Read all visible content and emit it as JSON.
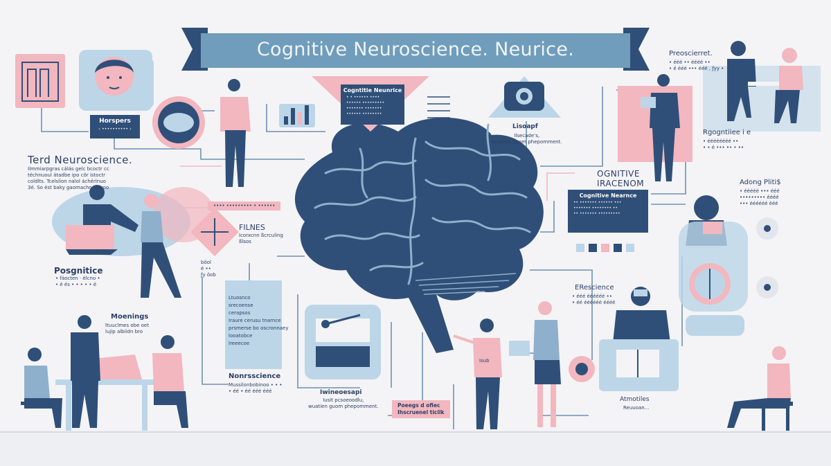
{
  "title": "Cognitive Neuroscience. Neurice.",
  "colors": {
    "navy": "#2f4f78",
    "pink": "#f2b7bf",
    "lightblue": "#bcd6e8",
    "bg": "#f4f4f6"
  },
  "labels": {
    "top_left_card": "Horspers",
    "top_left_card_sub": "‹ •••••••••• ›",
    "left_heading": "Terd Neuroscience.",
    "left_body": "Ilmmiarpgras cálás gelc bcoctr cc\ntéchnuoul átadbe ipo côr ístoctr\ncoldlts. Tcelslion nalol áchérlnuo\n3é. So ést baky gaomacho  i  fároo",
    "left_mid_heading": "Posgnitice",
    "left_mid_sub": "• fáocten · élcno •\n• é és • • • • • é",
    "center_card_title": "Cogntitie Neunrice",
    "center_card_body": "• • •••••• ••••\n•••••• •••••••••\n••••••• •••••••\n•••••• ••••••••",
    "center_small_heading": "Lisoapf",
    "center_small_body": "Ilsecade’s,\nwuatien guom phepomment.",
    "pink_strip": "•••• ••••••••• • ••••••",
    "films_heading": "FILNES",
    "films_body": "Icorxcnn  ßcrculing\nßlsos",
    "films_small": "böol\né ••\nƒу öob",
    "left_block": "Ltuosnco\nsrecoense\ncerapsos\nIraure cerusu tnarnce\nprsmerse bo oscronnaey\nlooatobce\nIreeecoe",
    "left_bottom_heading": "Nonrsscience",
    "left_bottom_body": "Mussilonbobinoo • • •\n• éé • éé ééé ééé",
    "meetings_heading": "Moenings",
    "meetings_body": "ltuuclmes obe oet\nlujip albiidn bro",
    "mid_bottom_heading": "Iwineoesapi",
    "mid_bottom_body": "Iusit pcsoeoodlu,\nwuatien guom phepomment.",
    "presenter_label": "Isub",
    "pink_box_bottom": "Poeegs d ofiec\nIhscruenel ticilk",
    "right_cog_line1": "OGNITIVE",
    "right_cog_line2": "IRACENOM",
    "right_card_title": "Cognitive Nearnce",
    "right_card_body": "•• ••••••• •••••• •••\n••••••• •••••••• ••\n•• ••••••• •••••••••",
    "top_right_heading": "Preoscierret.",
    "top_right_body": "• ééé •• éééé ••\n• é ééé ••• ééé , ƒуу •",
    "right_reg_heading": "Rgogntiiee i e",
    "right_reg_body": "• éééééééé ••\n• • é ••• •• • ••",
    "right_adong_heading": "Adong Pliti$",
    "right_adong_body": "• ééééé ••• ééé\n••••••••• éééé\n••• éééééé ééé",
    "right_ere_heading": "ERescience",
    "right_ere_body": "• ééé éééééé ••\n• éé éééééé éééé",
    "right_bottom_heading": "Atmotiles",
    "right_bottom_body": "Reuuoan..."
  }
}
